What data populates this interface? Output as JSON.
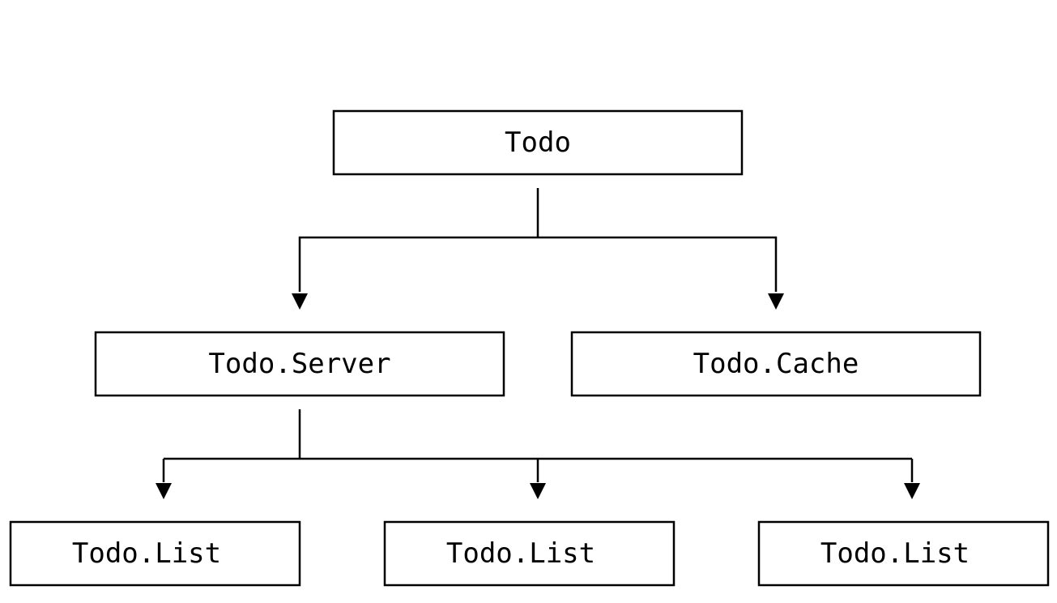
{
  "diagram": {
    "nodes": {
      "root": {
        "label": "Todo"
      },
      "server": {
        "label": "Todo.Server"
      },
      "cache": {
        "label": "Todo.Cache"
      },
      "list1": {
        "label": "Todo.List"
      },
      "list2": {
        "label": "Todo.List"
      },
      "list3": {
        "label": "Todo.List"
      }
    },
    "edges": [
      {
        "from": "root",
        "to": "server"
      },
      {
        "from": "root",
        "to": "cache"
      },
      {
        "from": "server",
        "to": "list1"
      },
      {
        "from": "server",
        "to": "list2"
      },
      {
        "from": "server",
        "to": "list3"
      }
    ],
    "colors": {
      "stroke": "#000000",
      "background": "#ffffff"
    }
  }
}
